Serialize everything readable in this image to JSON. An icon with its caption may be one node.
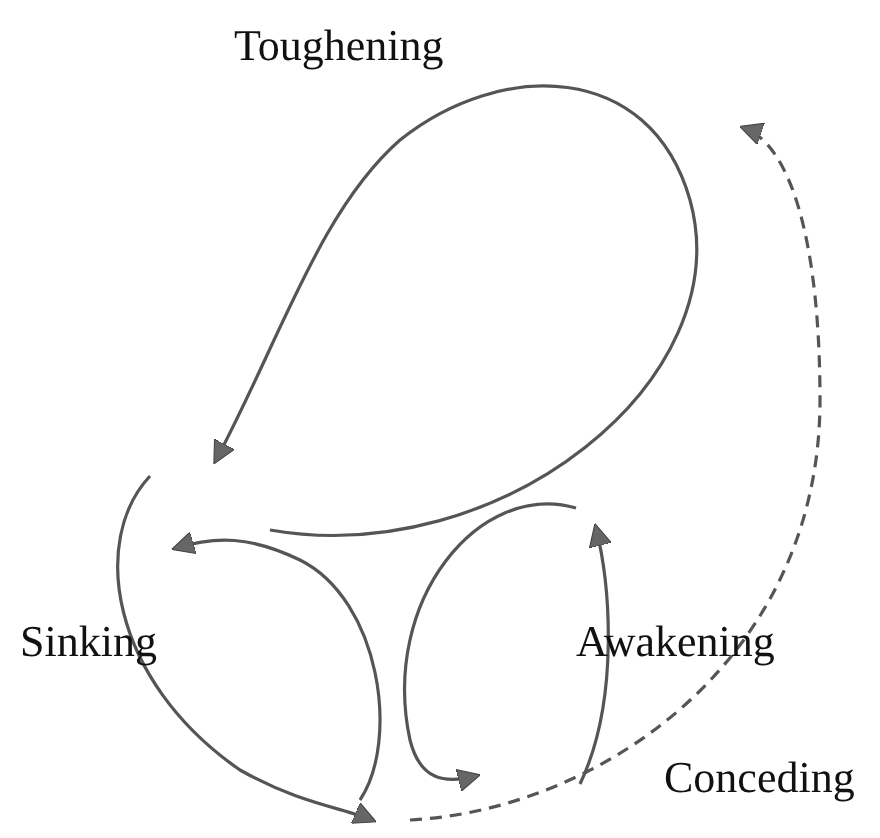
{
  "diagram": {
    "labels": [
      "Toughening",
      "Sinking",
      "Awakening",
      "Conceding"
    ]
  }
}
